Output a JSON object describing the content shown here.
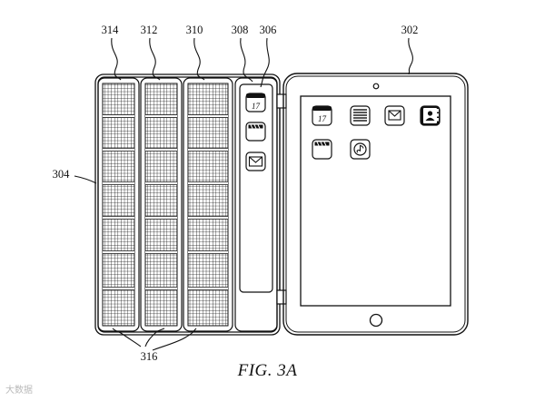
{
  "figure": {
    "caption": "FIG. 3A",
    "watermark": "大数据"
  },
  "reference_labels": {
    "tablet": "302",
    "cover": "304",
    "display_panel": "306",
    "segment_308": "308",
    "segment_310": "310",
    "segment_312": "312",
    "segment_314": "314",
    "solar_cells": "316"
  },
  "icons": {
    "calendar_date": "17",
    "tablet_apps": [
      "calendar-icon",
      "notes-icon",
      "mail-icon",
      "contacts-icon",
      "video-icon",
      "music-icon"
    ],
    "cover_apps": [
      "calendar-icon",
      "video-icon",
      "mail-icon"
    ]
  },
  "colors": {
    "line": "#111111",
    "background": "#ffffff",
    "watermark": "#b9b9b9"
  }
}
